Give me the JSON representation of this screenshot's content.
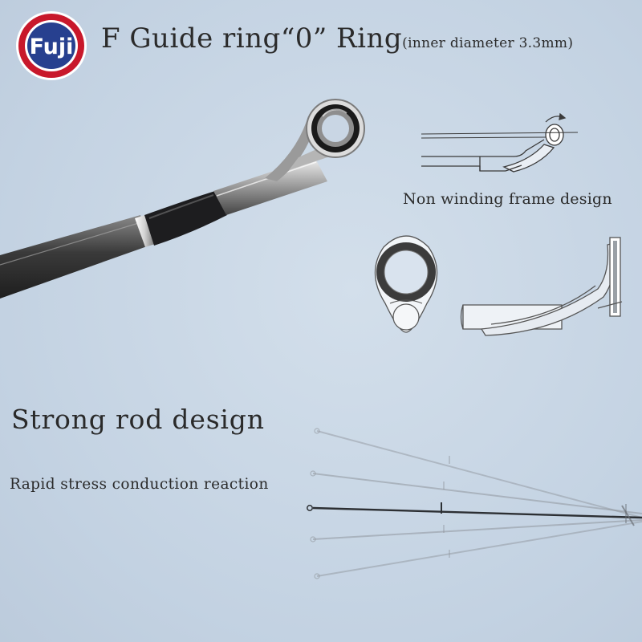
{
  "brand": {
    "logo_text": "Fuji",
    "ring_color": "#c8182b",
    "center_color": "#27408f",
    "text_color": "#ffffff"
  },
  "header": {
    "title": "F Guide ring“0” Ring",
    "subtitle": "(inner diameter 3.3mm)"
  },
  "features": {
    "non_winding": "Non winding frame design",
    "strong_rod": "Strong rod design",
    "rapid_stress": "Rapid stress conduction reaction"
  },
  "icons": [
    "fuji-logo-icon",
    "rod-tip-guide-icon",
    "line-pass-through-icon",
    "guide-ring-front-icon",
    "guide-frame-side-icon",
    "rod-flex-icon"
  ]
}
